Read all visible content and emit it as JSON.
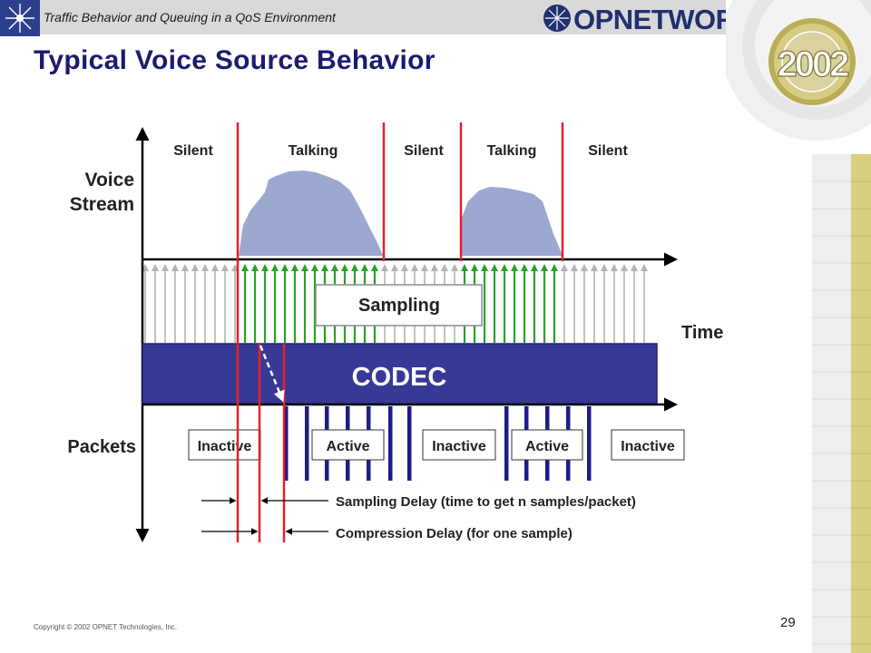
{
  "header": {
    "course_title": "Traffic Behavior and Queuing in a QoS Environment",
    "logo_text": "OPNETWORK",
    "logo_registered": "®",
    "year_badge": "2002"
  },
  "slide": {
    "title": "Typical Voice Source Behavior",
    "copyright": "Copyright © 2002 OPNET Technologies, Inc.",
    "page_number": "29"
  },
  "diagram": {
    "voice_label_line1": "Voice",
    "voice_label_line2": "Stream",
    "packets_label": "Packets",
    "time_label": "Time",
    "sampling_label": "Sampling",
    "codec_label": "CODEC",
    "phases": [
      "Silent",
      "Talking",
      "Silent",
      "Talking",
      "Silent"
    ],
    "packet_states": [
      "Inactive",
      "Active",
      "Inactive",
      "Active",
      "Inactive"
    ],
    "sampling_delay_label": "Sampling Delay (time to get n samples/packet)",
    "compression_delay_label": "Compression Delay (for one sample)",
    "colors": {
      "red_marker": "#e8202a",
      "talk_fill": "#9ca8cf",
      "active_arrow": "#2aa12a",
      "idle_arrow": "#b3b3b3",
      "codec": "#383896",
      "packet": "#1c1c8a",
      "title": "#1c1c6e"
    }
  }
}
